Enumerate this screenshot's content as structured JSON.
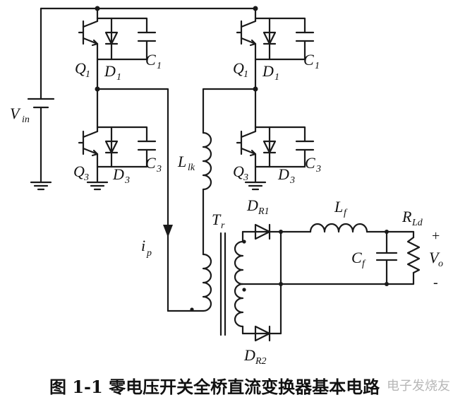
{
  "labels": {
    "vin": "V",
    "vin_sub": "in",
    "q1a": "Q",
    "q1a_sub": "1",
    "d1a": "D",
    "d1a_sub": "1",
    "c1a": "C",
    "c1a_sub": "1",
    "q1b": "Q",
    "q1b_sub": "1",
    "d1b": "D",
    "d1b_sub": "1",
    "c1b": "C",
    "c1b_sub": "1",
    "q3a": "Q",
    "q3a_sub": "3",
    "d3a": "D",
    "d3a_sub": "3",
    "c3a": "C",
    "c3a_sub": "3",
    "q3b": "Q",
    "q3b_sub": "3",
    "d3b": "D",
    "d3b_sub": "3",
    "c3b": "C",
    "c3b_sub": "3",
    "llk": "L",
    "llk_sub": "lk",
    "tr": "T",
    "tr_sub": "r",
    "ip": "i",
    "ip_sub": "p",
    "dr1": "D",
    "dr1_sub": "R1",
    "dr2": "D",
    "dr2_sub": "R2",
    "lf": "L",
    "lf_sub": "f",
    "cf": "C",
    "cf_sub": "f",
    "rld": "R",
    "rld_sub": "Ld",
    "vo": "V",
    "vo_sub": "o",
    "plus": "+",
    "minus": "-"
  },
  "caption": "图 1-1 零电压开关全桥直流变换器基本电路",
  "watermark": "电子发烧友"
}
